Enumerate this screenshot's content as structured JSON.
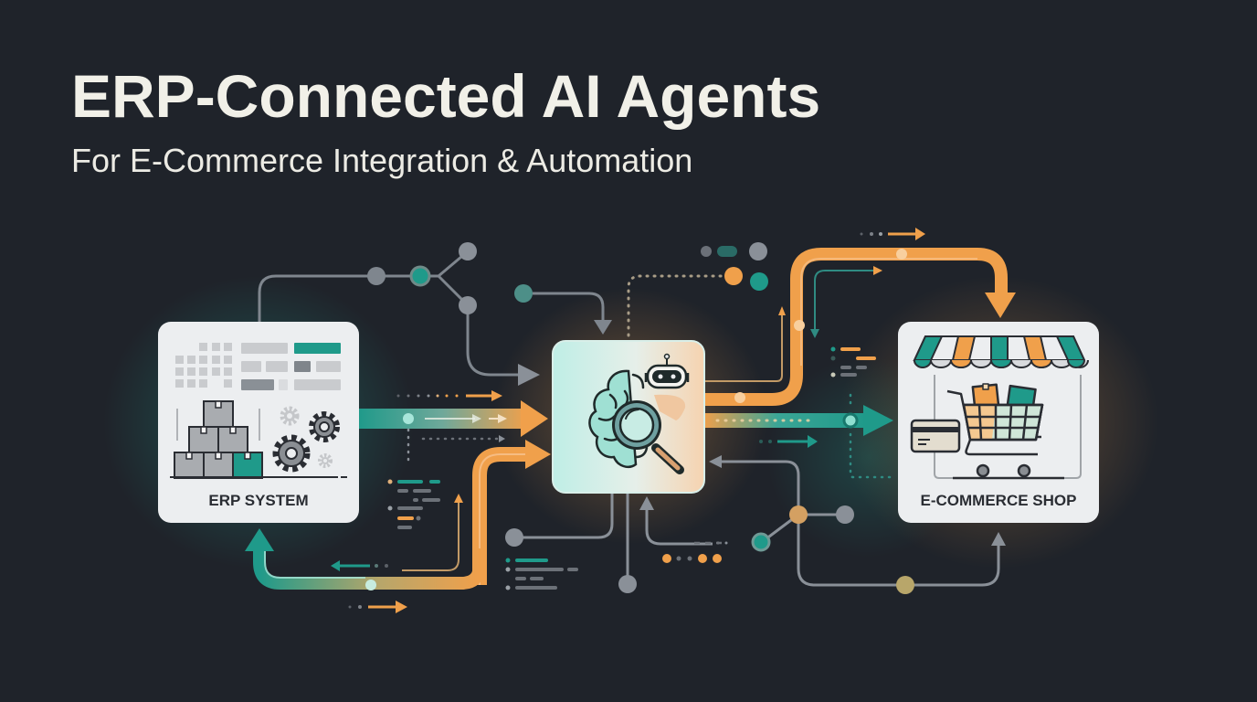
{
  "header": {
    "title": "ERP-Connected AI Agents",
    "subtitle": "For E-Commerce Integration & Automation"
  },
  "nodes": [
    {
      "id": "erp",
      "label": "ERP SYSTEM",
      "icons": [
        "grid-icon",
        "boxes-icon",
        "gears-icon"
      ]
    },
    {
      "id": "ai",
      "label": "",
      "icons": [
        "brain-icon",
        "robot-icon",
        "magnifier-icon"
      ]
    },
    {
      "id": "shop",
      "label": "E-COMMERCE SHOP",
      "icons": [
        "awning-icon",
        "cart-icon",
        "credit-card-icon"
      ]
    }
  ],
  "colors": {
    "background": "#1f232a",
    "teal": "#1f9a8a",
    "orange": "#f0a04b",
    "gray": "#8a9098",
    "card": "#eceef0",
    "text": "#f1f0e8"
  },
  "edges": [
    {
      "from": "erp",
      "to": "ai",
      "style": "teal-to-orange-arrow"
    },
    {
      "from": "ai",
      "to": "shop",
      "style": "orange-arrow-top"
    },
    {
      "from": "ai",
      "to": "shop",
      "style": "teal-arrow-middle"
    },
    {
      "from": "ai",
      "to": "erp",
      "style": "return-loop-bottom"
    },
    {
      "from": "shop",
      "to": "ai",
      "style": "gray-return"
    }
  ]
}
